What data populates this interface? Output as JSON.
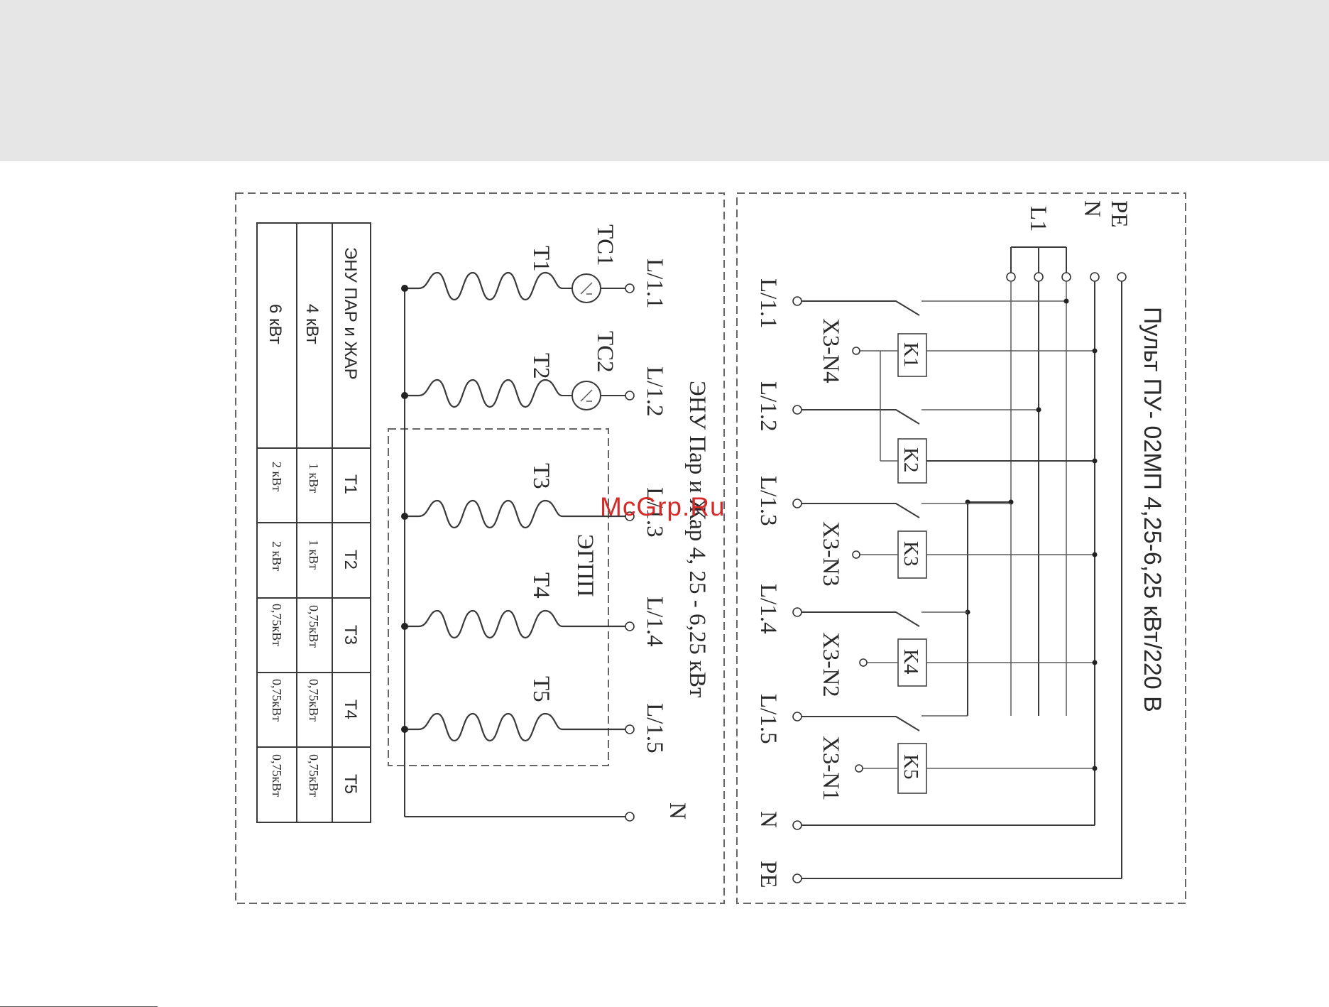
{
  "panel": {
    "title": "Пульт ПУ- 02МП 4,25-6,25 кВт/220 В",
    "inputs": [
      "PE",
      "N",
      "L1"
    ],
    "outputs": [
      "L/1.1",
      "L/1.2",
      "L/1.3",
      "L/1.4",
      "L/1.5",
      "N",
      "PE"
    ],
    "contactors": [
      "K1",
      "K2",
      "K3",
      "K4",
      "K5"
    ],
    "links": [
      "X3-N4",
      "X3-N3",
      "X3-N2",
      "X3-N1"
    ]
  },
  "unit": {
    "title": "ЭНУ Пар и Жар 4, 25 - 6,25 кВт",
    "inputs": [
      "L/1.1",
      "L/1.2",
      "L/1.3",
      "L/1.4",
      "L/1.5",
      "N"
    ],
    "heaters": [
      "T1",
      "T2",
      "T3",
      "T4",
      "T5"
    ],
    "sensors": [
      "TC1",
      "TC2"
    ],
    "group_label": "ЭГПП"
  },
  "table": {
    "header": [
      "ЭНУ ПАР и ЖАР",
      "T1",
      "T2",
      "T3",
      "T4",
      "T5"
    ],
    "rows": [
      [
        "4 кВт",
        "1 кВт",
        "1 кВт",
        "0,75кВт",
        "0,75кВт",
        "0,75кВт"
      ],
      [
        "6 кВт",
        "2 кВт",
        "2 кВт",
        "0,75кВт",
        "0,75кВт",
        "0,75кВт"
      ]
    ]
  },
  "watermark": "McGrp.Ru"
}
